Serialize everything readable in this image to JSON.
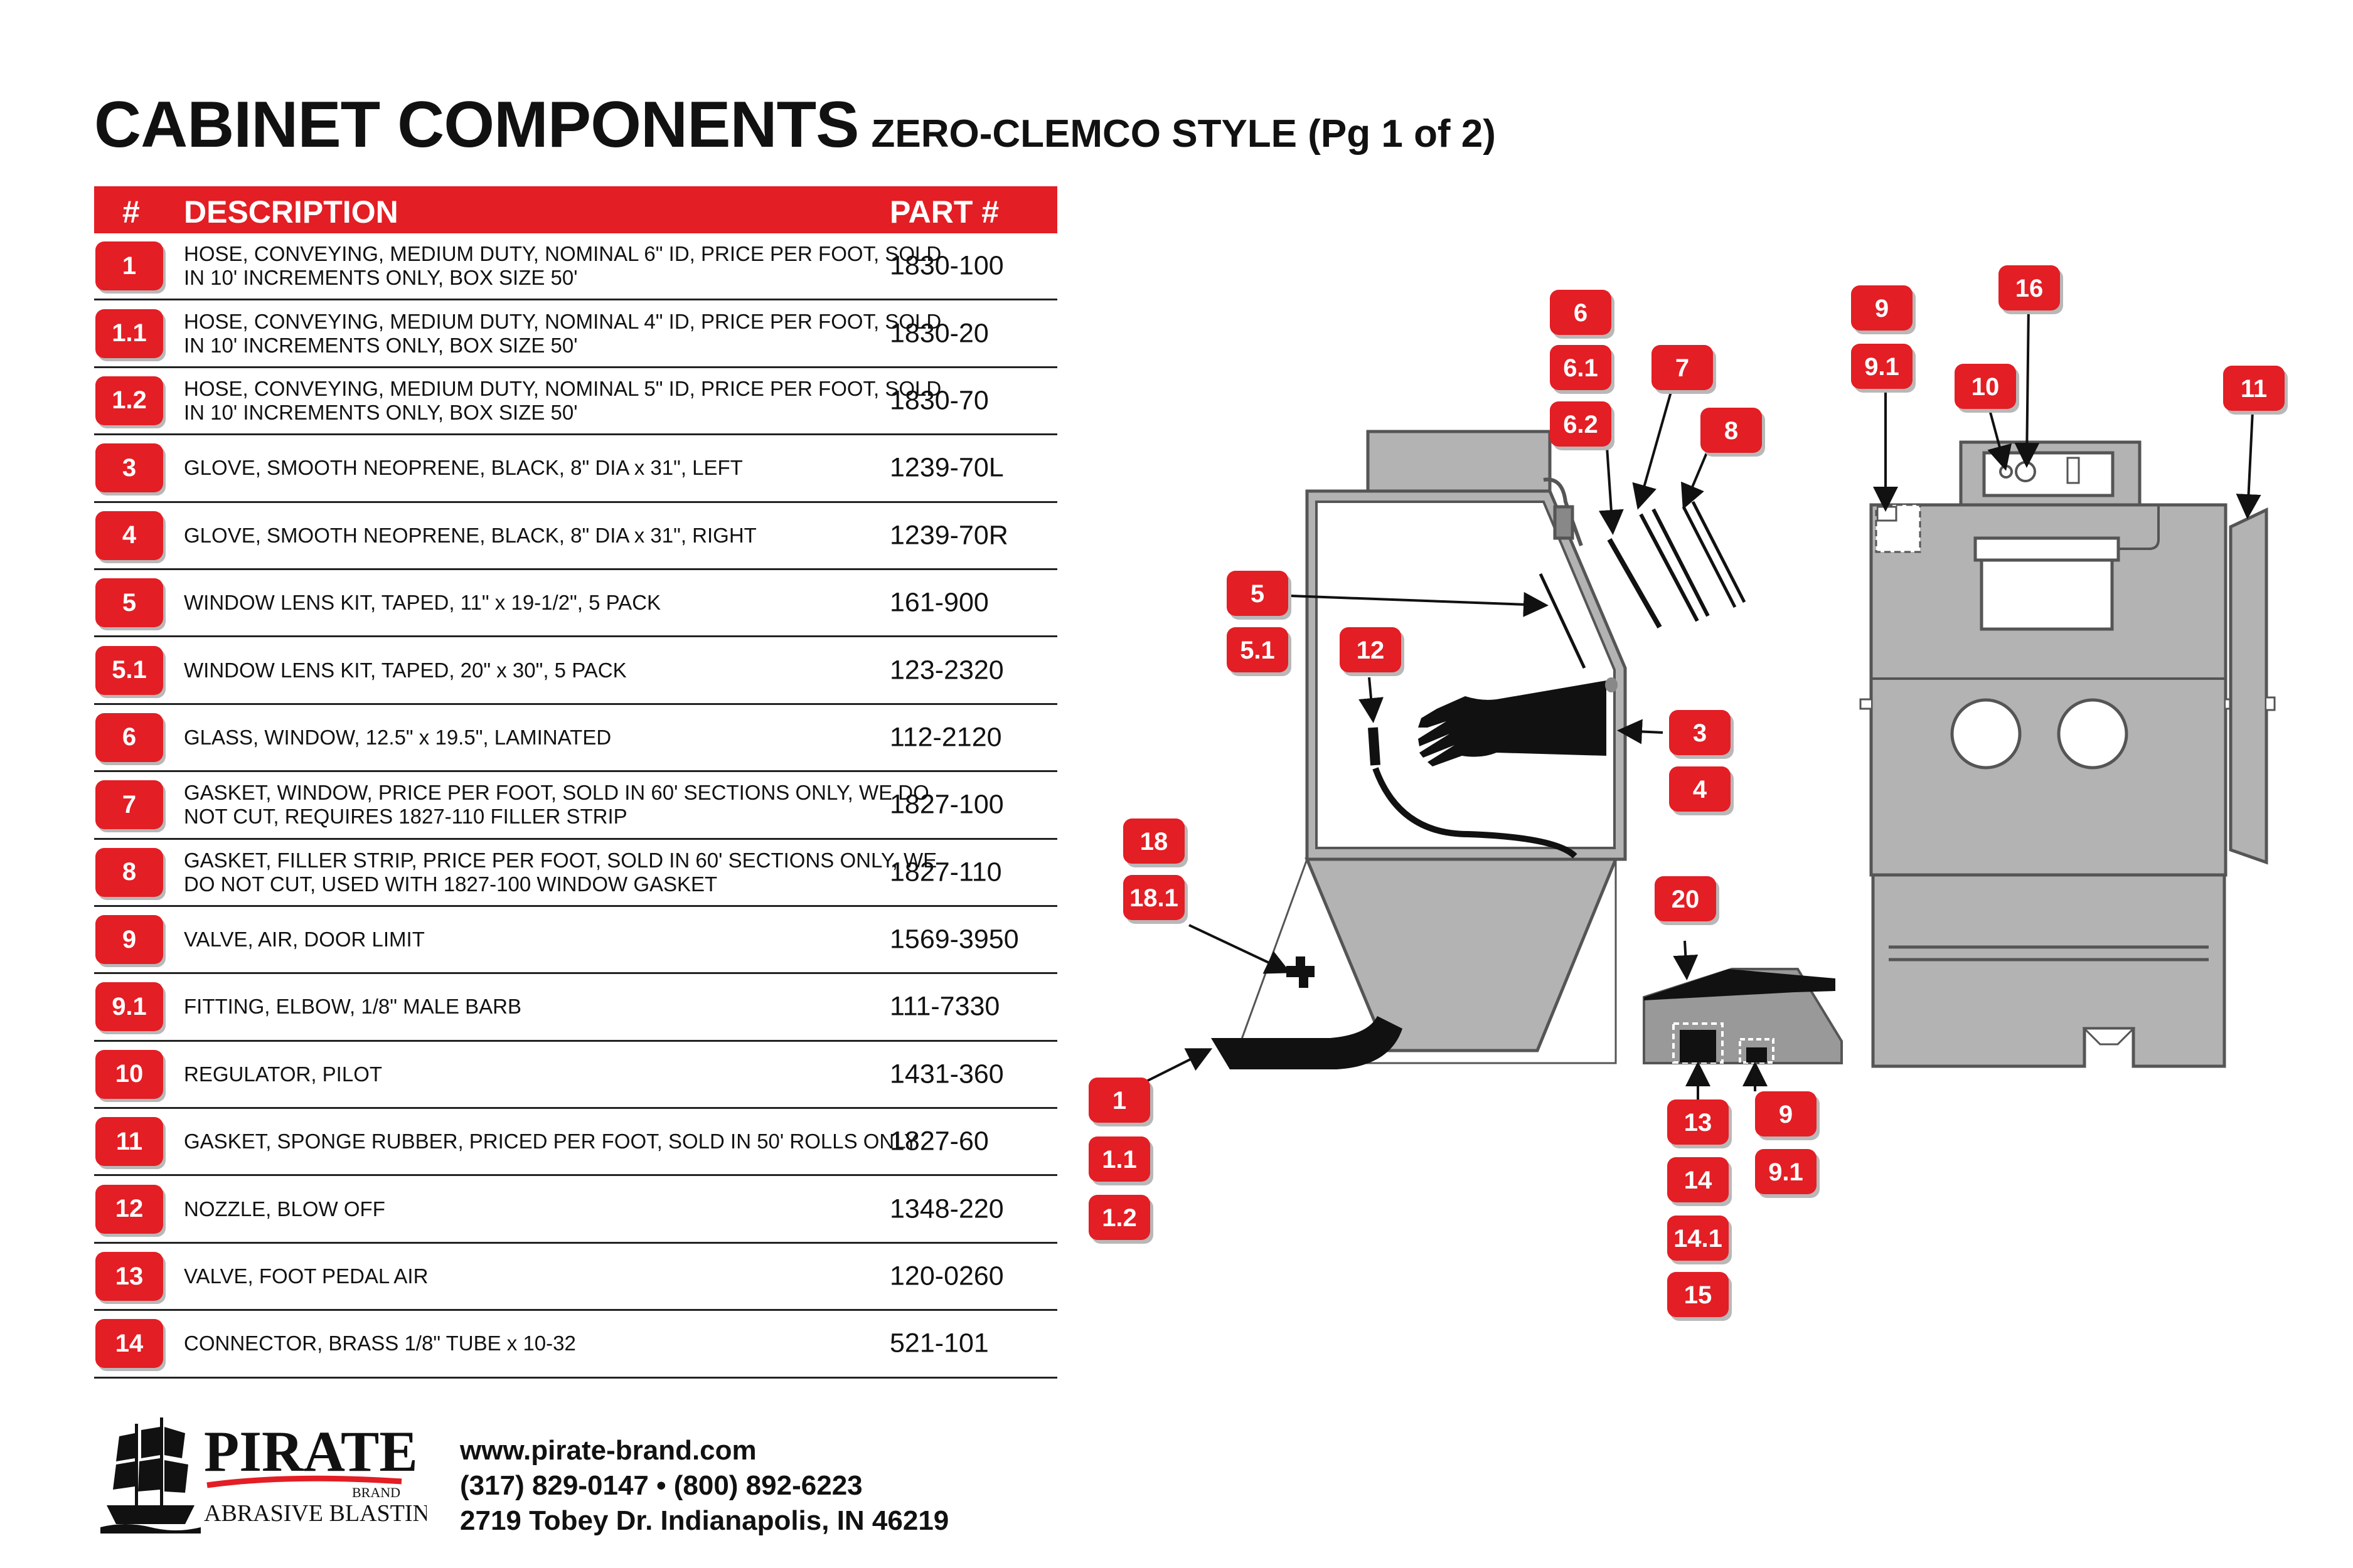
{
  "title": {
    "main": "CABINET COMPONENTS",
    "sub": "ZERO-CLEMCO STYLE (Pg 1 of 2)"
  },
  "table": {
    "headers": {
      "num": "#",
      "description": "DESCRIPTION",
      "part": "PART #"
    },
    "rows": [
      {
        "num": "1",
        "description": "HOSE, CONVEYING, MEDIUM DUTY, NOMINAL 6\" ID, PRICE PER FOOT, SOLD IN 10' INCREMENTS ONLY, BOX SIZE 50'",
        "part": "1830-100"
      },
      {
        "num": "1.1",
        "description": "HOSE, CONVEYING, MEDIUM DUTY, NOMINAL 4\" ID, PRICE PER FOOT, SOLD IN 10' INCREMENTS ONLY, BOX SIZE 50'",
        "part": "1830-20"
      },
      {
        "num": "1.2",
        "description": "HOSE, CONVEYING, MEDIUM DUTY, NOMINAL 5\" ID, PRICE PER FOOT, SOLD IN 10' INCREMENTS ONLY, BOX SIZE 50'",
        "part": "1830-70"
      },
      {
        "num": "3",
        "description": "GLOVE, SMOOTH NEOPRENE, BLACK, 8\" DIA x 31\", LEFT",
        "part": "1239-70L"
      },
      {
        "num": "4",
        "description": "GLOVE, SMOOTH NEOPRENE, BLACK, 8\" DIA x 31\", RIGHT",
        "part": "1239-70R"
      },
      {
        "num": "5",
        "description": "WINDOW LENS KIT, TAPED, 11\" x 19-1/2\", 5 PACK",
        "part": "161-900"
      },
      {
        "num": "5.1",
        "description": "WINDOW LENS KIT, TAPED, 20\" x 30\", 5 PACK",
        "part": "123-2320"
      },
      {
        "num": "6",
        "description": "GLASS, WINDOW, 12.5\" x 19.5\", LAMINATED",
        "part": "112-2120"
      },
      {
        "num": "7",
        "description": "GASKET, WINDOW, PRICE PER FOOT, SOLD IN 60' SECTIONS ONLY, WE DO NOT CUT, REQUIRES 1827-110 FILLER STRIP",
        "part": "1827-100"
      },
      {
        "num": "8",
        "description": "GASKET, FILLER STRIP, PRICE PER FOOT, SOLD IN 60' SECTIONS ONLY, WE DO NOT CUT, USED WITH 1827-100 WINDOW GASKET",
        "part": "1827-110"
      },
      {
        "num": "9",
        "description": "VALVE, AIR, DOOR LIMIT",
        "part": "1569-3950"
      },
      {
        "num": "9.1",
        "description": "FITTING, ELBOW, 1/8\" MALE BARB",
        "part": "111-7330"
      },
      {
        "num": "10",
        "description": "REGULATOR, PILOT",
        "part": "1431-360"
      },
      {
        "num": "11",
        "description": "GASKET, SPONGE RUBBER, PRICED PER FOOT, SOLD IN 50' ROLLS ONLY",
        "part": "1827-60"
      },
      {
        "num": "12",
        "description": "NOZZLE, BLOW OFF",
        "part": "1348-220"
      },
      {
        "num": "13",
        "description": "VALVE, FOOT PEDAL AIR",
        "part": "120-0260"
      },
      {
        "num": "14",
        "description": "CONNECTOR, BRASS 1/8\" TUBE x 10-32",
        "part": "521-101"
      }
    ]
  },
  "callouts": {
    "c6": "6",
    "c61": "6.1",
    "c62": "6.2",
    "c7": "7",
    "c8": "8",
    "c5": "5",
    "c51": "5.1",
    "c12": "12",
    "c3": "3",
    "c4": "4",
    "c18": "18",
    "c181": "18.1",
    "c1": "1",
    "c11": "1.1",
    "c12b": "1.2",
    "c20": "20",
    "c13": "13",
    "c14": "14",
    "c141": "14.1",
    "c15": "15",
    "c9b": "9",
    "c91b": "9.1",
    "c9": "9",
    "c91": "9.1",
    "c16": "16",
    "c10": "10",
    "c11r": "11"
  },
  "footer": {
    "logo_text": "PIRATE",
    "logo_brand": "BRAND",
    "logo_sub": "ABRASIVE BLASTING",
    "website": "www.pirate-brand.com",
    "phones": "(317) 829-0147 • (800) 892-6223",
    "address": "2719 Tobey Dr. Indianapolis, IN 46219"
  },
  "colors": {
    "accent": "#e31e24",
    "cabinet": "#b3b3b3",
    "outline": "#555555"
  },
  "icons": [
    "ship-icon",
    "glove-icon",
    "nozzle-icon",
    "hose-icon",
    "foot-pedal-icon"
  ]
}
